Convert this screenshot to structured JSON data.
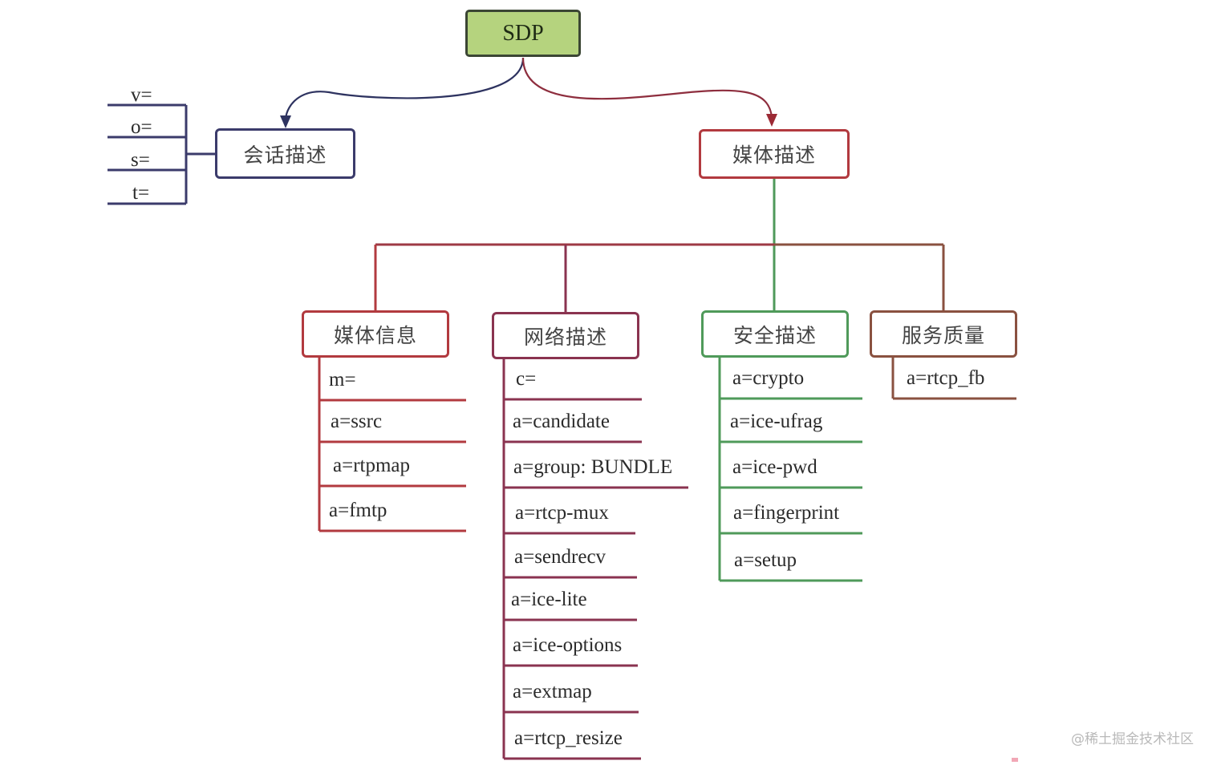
{
  "root": {
    "label": "SDP"
  },
  "session": {
    "label": "会话描述",
    "color": "#3b3b6b",
    "fields": [
      "v=",
      "o=",
      "s=",
      "t="
    ]
  },
  "media": {
    "label": "媒体描述",
    "color": "#b23a3f",
    "trunk_color": "#4f9a5a",
    "groups": [
      {
        "label": "媒体信息",
        "color": "#b23a3f",
        "fields": [
          "m=",
          "a=ssrc",
          "a=rtpmap",
          "a=fmtp"
        ]
      },
      {
        "label": "网络描述",
        "color": "#8a3350",
        "fields": [
          "c=",
          "a=candidate",
          "a=group: BUNDLE",
          "a=rtcp-mux",
          "a=sendrecv",
          "a=ice-lite",
          "a=ice-options",
          "a=extmap",
          "a=rtcp_resize"
        ]
      },
      {
        "label": "安全描述",
        "color": "#4f9a5a",
        "fields": [
          "a=crypto",
          "a=ice-ufrag",
          "a=ice-pwd",
          "a=fingerprint",
          "a=setup"
        ]
      },
      {
        "label": "服务质量",
        "color": "#8a5140",
        "fields": [
          "a=rtcp_fb"
        ]
      }
    ]
  },
  "watermark": "@稀土掘金技术社区"
}
